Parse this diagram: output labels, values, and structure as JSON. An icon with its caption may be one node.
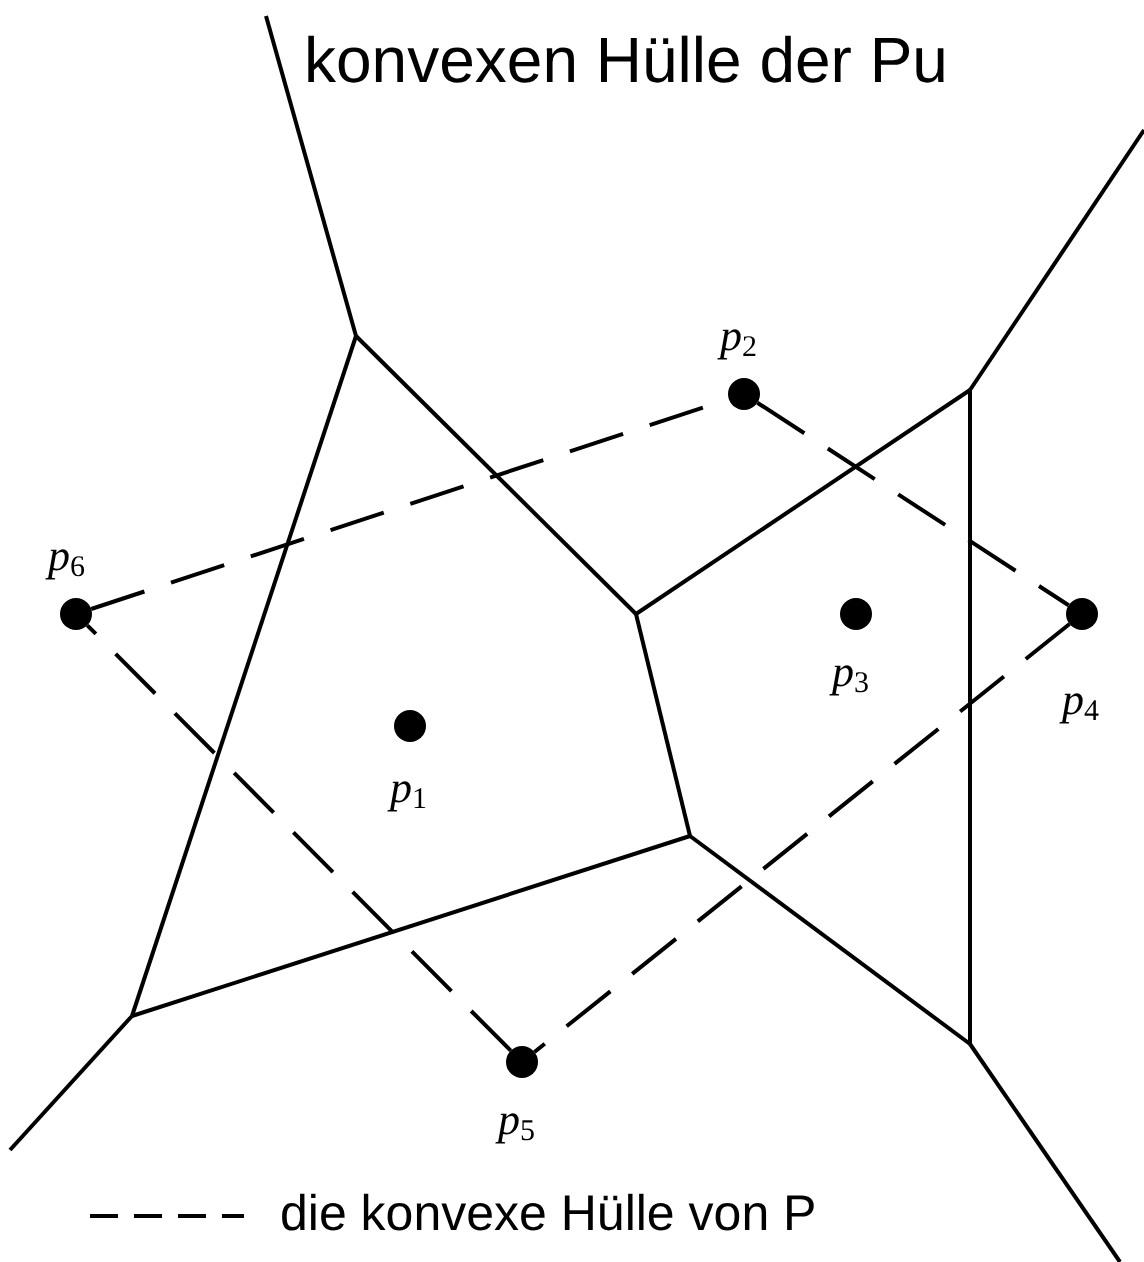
{
  "diagram": {
    "nodes": [
      {
        "text": [
          "p$_{1}$"
        ]
      },
      {
        "text": [
          "p$_{2}$"
        ]
      },
      {
        "text": [
          "p$_{3}$"
        ]
      },
      {
        "text": [
          "p$_{4}$"
        ]
      },
      {
        "text": [
          "p$_{5}$"
        ]
      },
      {
        "text": [
          "p$_{6}$"
        ]
      }
    ],
    "edges": [
      {
        "from": 5,
        "to": 1,
        "arrow": "none",
        "style": "dashed"
      },
      {
        "from": 1,
        "to": 3,
        "arrow": "none",
        "style": "dashed"
      },
      {
        "from": 3,
        "to": 4,
        "arrow": "none",
        "style": "dashed"
      },
      {
        "from": 4,
        "to": 5,
        "arrow": "none",
        "style": "dashed"
      }
    ],
    "labels": [
      "konvexen Hülle der Pu"
    ],
    "legend": [
      {
        "text": "die konvexe Hülle von P"
      }
    ]
  }
}
